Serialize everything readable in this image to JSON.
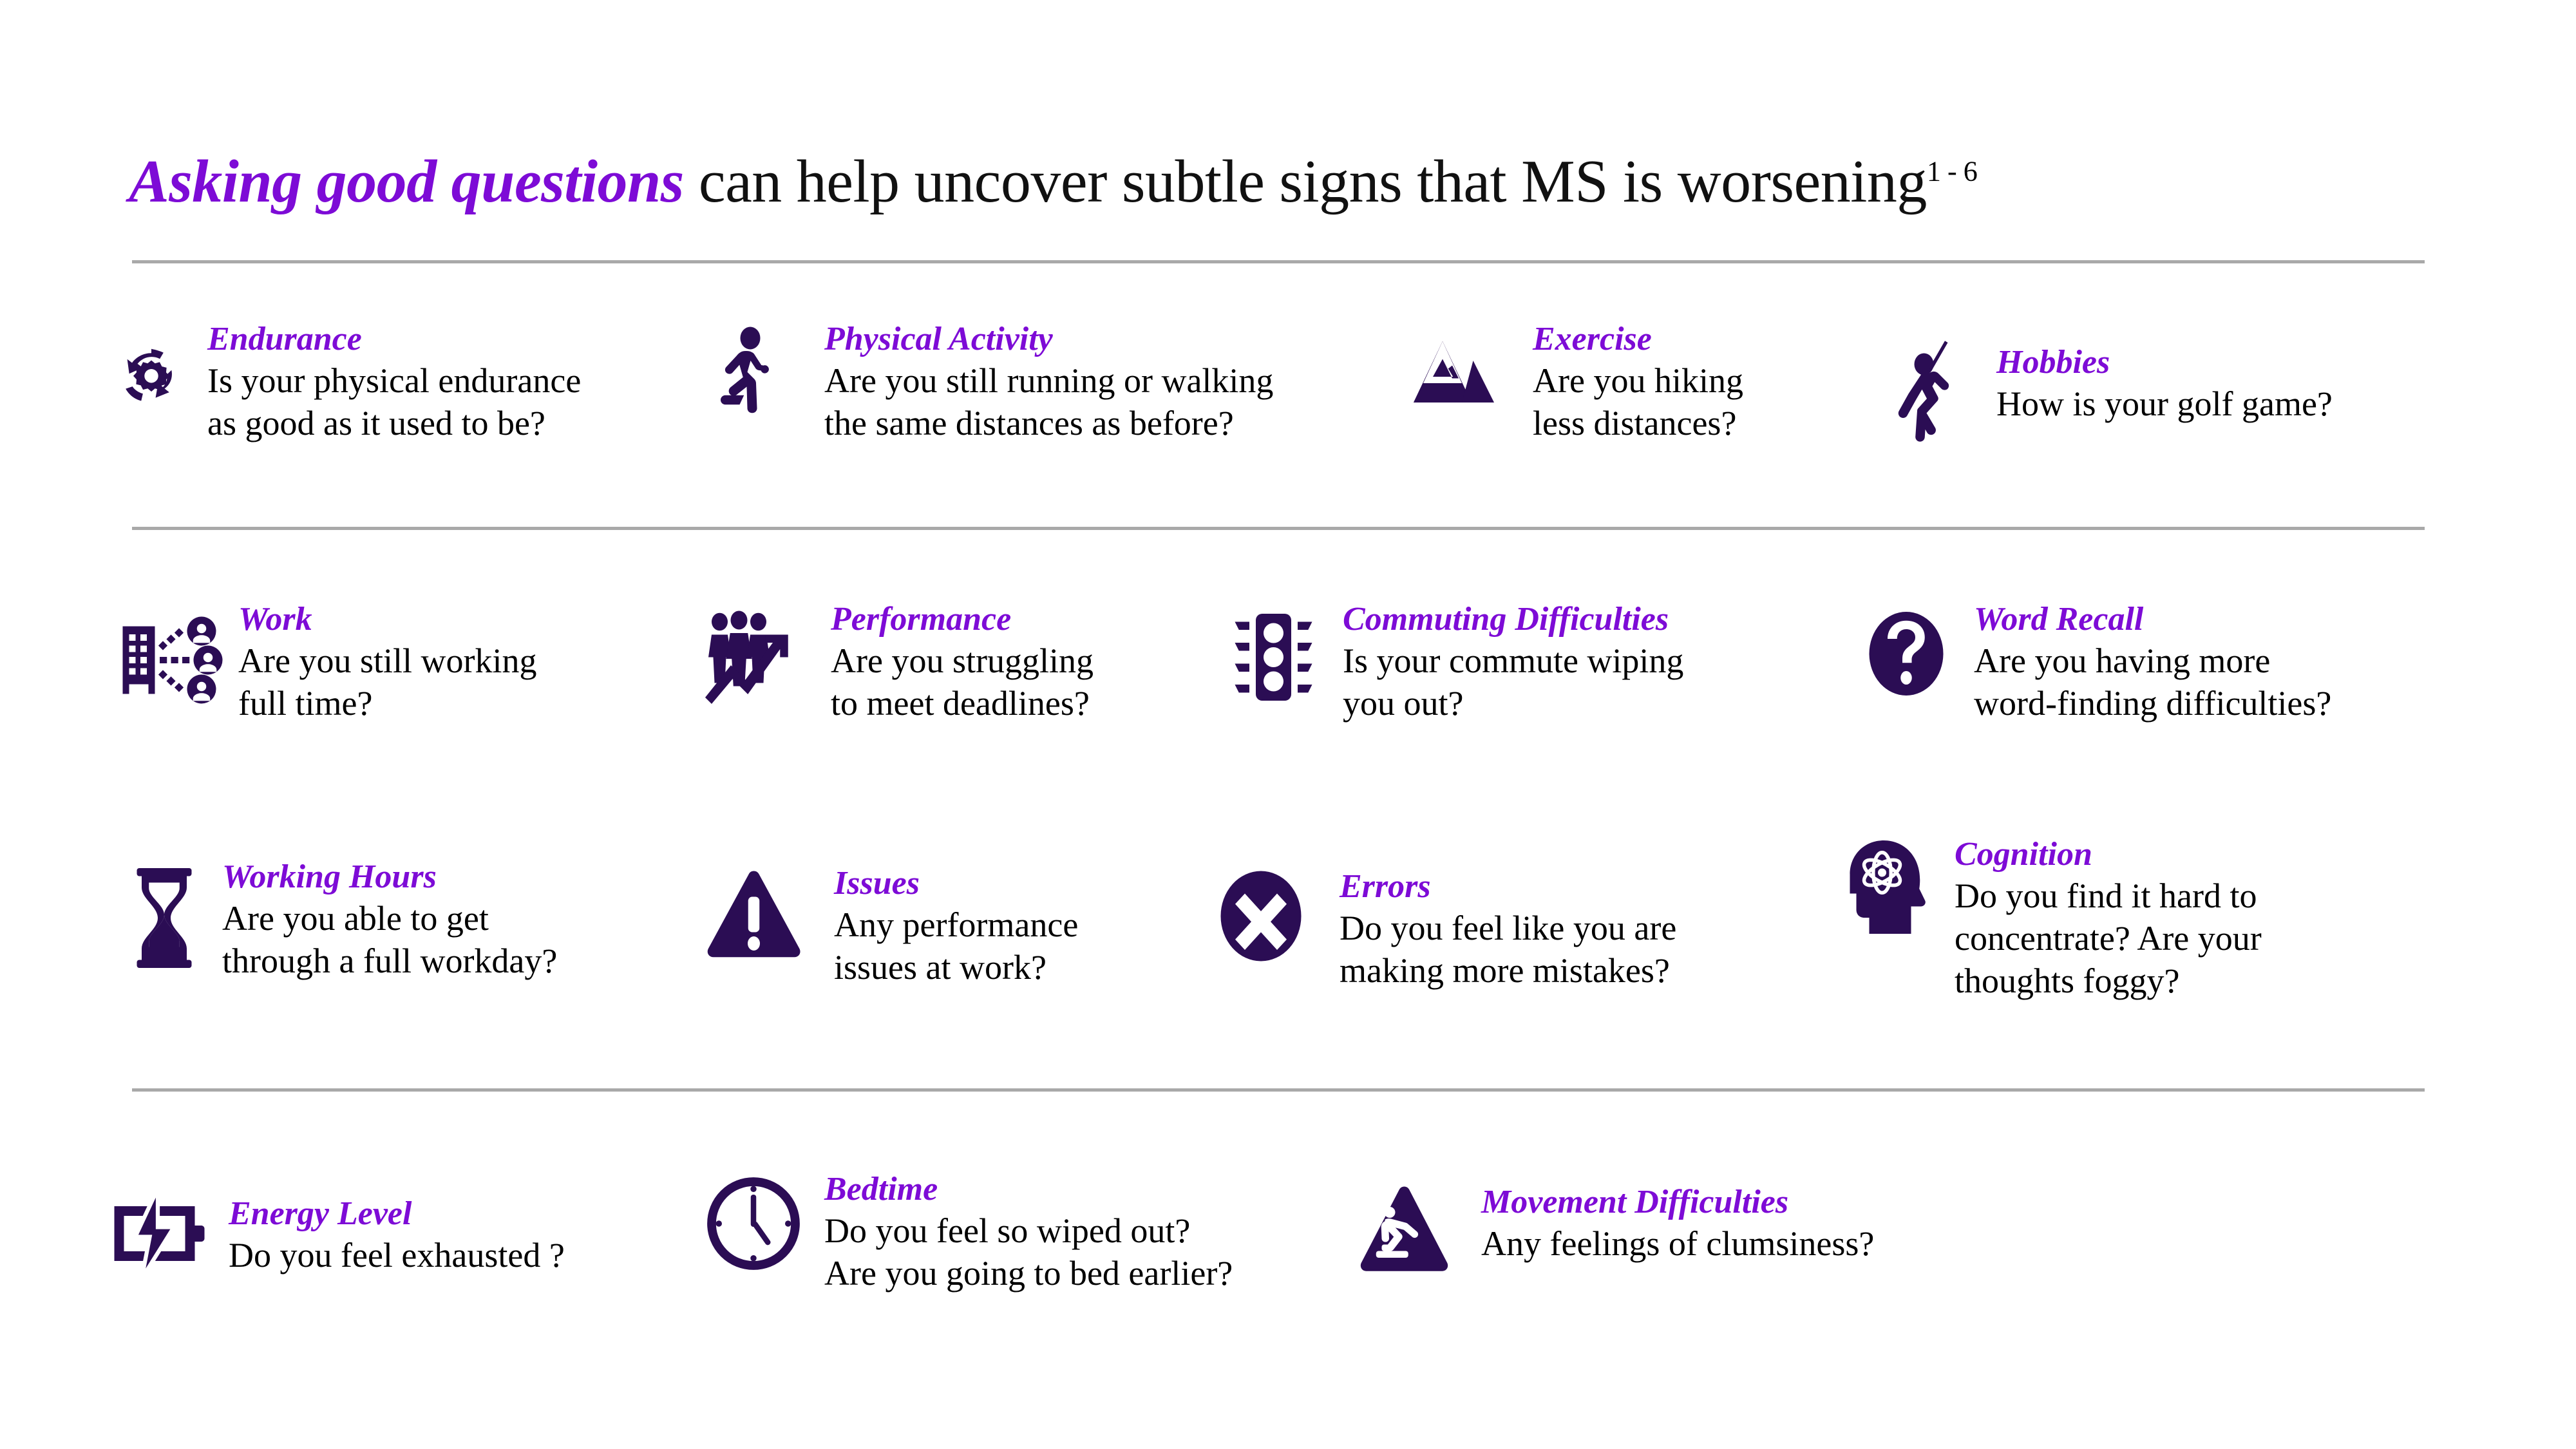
{
  "title": {
    "accent": "Asking good questions",
    "rest": " can help uncover subtle signs that MS is worsening",
    "superscript": "1 - 6"
  },
  "colors": {
    "accent_purple": "#7D0BD6",
    "icon_navy": "#2B0D54",
    "body_text": "#000000",
    "divider": "#A9A9A9",
    "background": "#FFFFFF"
  },
  "sections": [
    {
      "name": "lifestyle",
      "items": [
        {
          "icon": "gear-refresh-icon",
          "category": "Endurance",
          "question": "Is your physical endurance\nas good as it used to be?"
        },
        {
          "icon": "running-person-icon",
          "category": "Physical Activity",
          "question": "Are you still running or walking\nthe same distances as before?"
        },
        {
          "icon": "mountains-icon",
          "category": "Exercise",
          "question": "Are you hiking\nless distances?"
        },
        {
          "icon": "golfer-icon",
          "category": "Hobbies",
          "question": "How is your golf game?"
        }
      ]
    },
    {
      "name": "work-upper",
      "items": [
        {
          "icon": "office-network-icon",
          "category": "Work",
          "question": "Are you still working\nfull time?"
        },
        {
          "icon": "team-growth-chart-icon",
          "category": "Performance",
          "question": "Are you struggling\nto meet deadlines?"
        },
        {
          "icon": "traffic-light-icon",
          "category": "Commuting Difficulties",
          "question": "Is your commute wiping\nyou out?"
        },
        {
          "icon": "question-mark-circle-icon",
          "category": "Word Recall",
          "question": "Are you having more\nword-finding difficulties?"
        }
      ]
    },
    {
      "name": "work-lower",
      "items": [
        {
          "icon": "hourglass-icon",
          "category": "Working Hours",
          "question": "Are you able to get\nthrough a full workday?"
        },
        {
          "icon": "warning-triangle-icon",
          "category": "Issues",
          "question": "Any performance\nissues at work?"
        },
        {
          "icon": "x-circle-icon",
          "category": "Errors",
          "question": "Do you feel like you are\nmaking more mistakes?"
        },
        {
          "icon": "head-atom-icon",
          "category": "Cognition",
          "question": "Do you find it hard to\nconcentrate? Are your\nthoughts foggy?"
        }
      ]
    },
    {
      "name": "energy-sleep",
      "items": [
        {
          "icon": "battery-bolt-icon",
          "category": "Energy Level",
          "question": "Do you feel exhausted ?"
        },
        {
          "icon": "clock-icon",
          "category": "Bedtime",
          "question": "Do you feel so wiped out?\nAre you going to bed earlier?"
        },
        {
          "icon": "slip-hazard-triangle-icon",
          "category": "Movement Difficulties",
          "question": "Any feelings of clumsiness?"
        }
      ]
    }
  ]
}
